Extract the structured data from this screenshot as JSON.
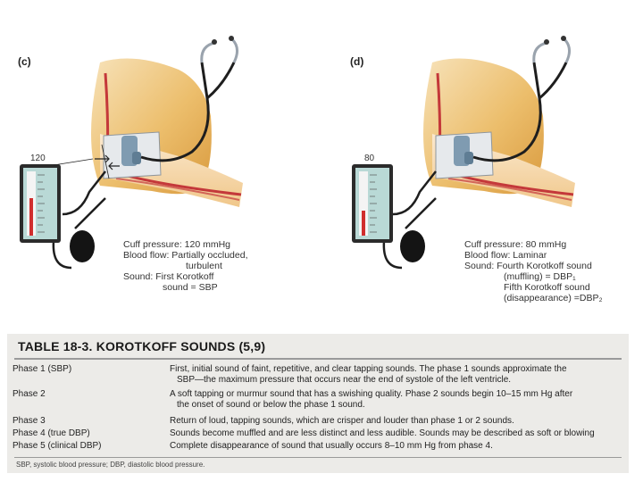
{
  "panels": [
    {
      "letter": "(c)",
      "gauge": "120",
      "caption": {
        "cuff": "Cuff pressure: 120 mmHg",
        "flow1": "Blood flow: Partially occluded,",
        "flow2": "turbulent",
        "sound1": "Sound: First Korotkoff",
        "sound2": "sound = SBP"
      }
    },
    {
      "letter": "(d)",
      "gauge": "80",
      "caption": {
        "cuff": "Cuff pressure: 80 mmHg",
        "flow1": "Blood flow: Laminar",
        "sound1": "Sound: Fourth Korotkoff sound",
        "sound2": "(muffling) = DBP₁",
        "sound3": "Fifth Korotkoff sound",
        "sound4": "(disappearance) =DBP₂"
      }
    }
  ],
  "table": {
    "title": "TABLE 18-3. KOROTKOFF SOUNDS (5,9)",
    "rows": [
      {
        "name": "Phase 1 (SBP)",
        "desc1": "First, initial sound of faint, repetitive, and clear tapping sounds. The phase 1 sounds approximate the",
        "desc2": "SBP—the maximum pressure that occurs near the end of systole of the left ventricle."
      },
      {
        "name": "Phase 2",
        "desc1": "A soft tapping or murmur sound that has a swishing quality. Phase 2 sounds begin 10–15 mm Hg after",
        "desc2": "the onset of sound or below the phase 1 sound."
      },
      {
        "name": "Phase 3",
        "desc1": "Return of loud, tapping sounds, which are crisper and louder than phase 1 or 2 sounds."
      },
      {
        "name": "Phase 4 (true DBP)",
        "desc1": "Sounds become muffled and are less distinct and less audible. Sounds may be described as soft or blowing"
      },
      {
        "name": "Phase 5 (clinical DBP)",
        "desc1": "Complete disappearance of sound that usually occurs 8–10 mm Hg from phase 4."
      }
    ],
    "footnote": "SBP, systolic blood pressure; DBP, diastolic blood pressure."
  },
  "colors": {
    "skin": "#e9b868",
    "skin_light": "#f6dcb0",
    "artery": "#c4383a",
    "cuff": "#e4e7ea",
    "gauge_face": "#b9d9d6",
    "stethoscope_metal": "#9aa3ad",
    "tube": "#1e1e1e"
  }
}
